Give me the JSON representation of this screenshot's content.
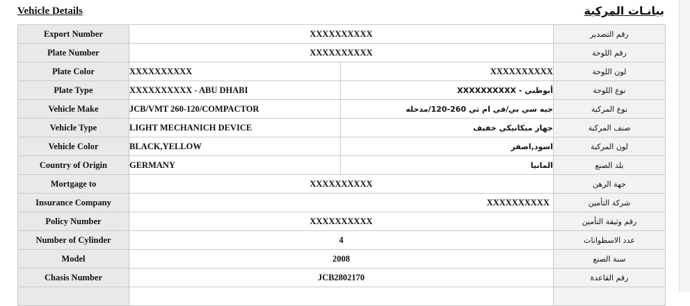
{
  "header": {
    "title_en": "Vehicle Details",
    "title_ar": "بيانـات المركبة"
  },
  "rows": [
    {
      "label_en": "Export Number",
      "label_ar": "رقم التصدير",
      "value": "XXXXXXXXXX"
    },
    {
      "label_en": "Plate Number",
      "label_ar": "رقم اللوحة",
      "value": "XXXXXXXXXX"
    },
    {
      "label_en": "Plate Color",
      "label_ar": "لون اللوحة",
      "value_en": "XXXXXXXXXX",
      "value_ar": "XXXXXXXXXX"
    },
    {
      "label_en": "Plate Type",
      "label_ar": "نوع اللوحة",
      "value_en": "XXXXXXXXXX - ABU DHABI",
      "value_ar": "أبوظبي - XXXXXXXXXX"
    },
    {
      "label_en": "Vehicle Make",
      "label_ar": "نوع المركبة",
      "value_en": "JCB/VMT 260-120/COMPACTOR",
      "value_ar": "جيه سي بي/في ام تي 260-120/مدحله"
    },
    {
      "label_en": "Vehicle Type",
      "label_ar": "صنف المركبة",
      "value_en": "LIGHT MECHANICH DEVICE",
      "value_ar": "جهاز ميكانيكي خفيف"
    },
    {
      "label_en": "Vehicle Color",
      "label_ar": "لون المركبة",
      "value_en": "BLACK,YELLOW",
      "value_ar": "اسود,اصفر"
    },
    {
      "label_en": "Country of Origin",
      "label_ar": "بلد الصنع",
      "value_en": "GERMANY",
      "value_ar": "المانيا"
    },
    {
      "label_en": "Mortgage to",
      "label_ar": "جهة الرهن",
      "value": "XXXXXXXXXX"
    },
    {
      "label_en": "Insurance Company",
      "label_ar": "شركة التأمين",
      "value": "XXXXXXXXXX"
    },
    {
      "label_en": "Policy Number",
      "label_ar": "رقم وثيقة التأمين",
      "value": "XXXXXXXXXX"
    },
    {
      "label_en": "Number of Cylinder",
      "label_ar": "عدد الاسطوانات",
      "value": "4"
    },
    {
      "label_en": "Model",
      "label_ar": "سنة الصنع",
      "value": "2008"
    },
    {
      "label_en": "Chasis Number",
      "label_ar": "رقم القاعدة",
      "value": "JCB2802170"
    }
  ]
}
